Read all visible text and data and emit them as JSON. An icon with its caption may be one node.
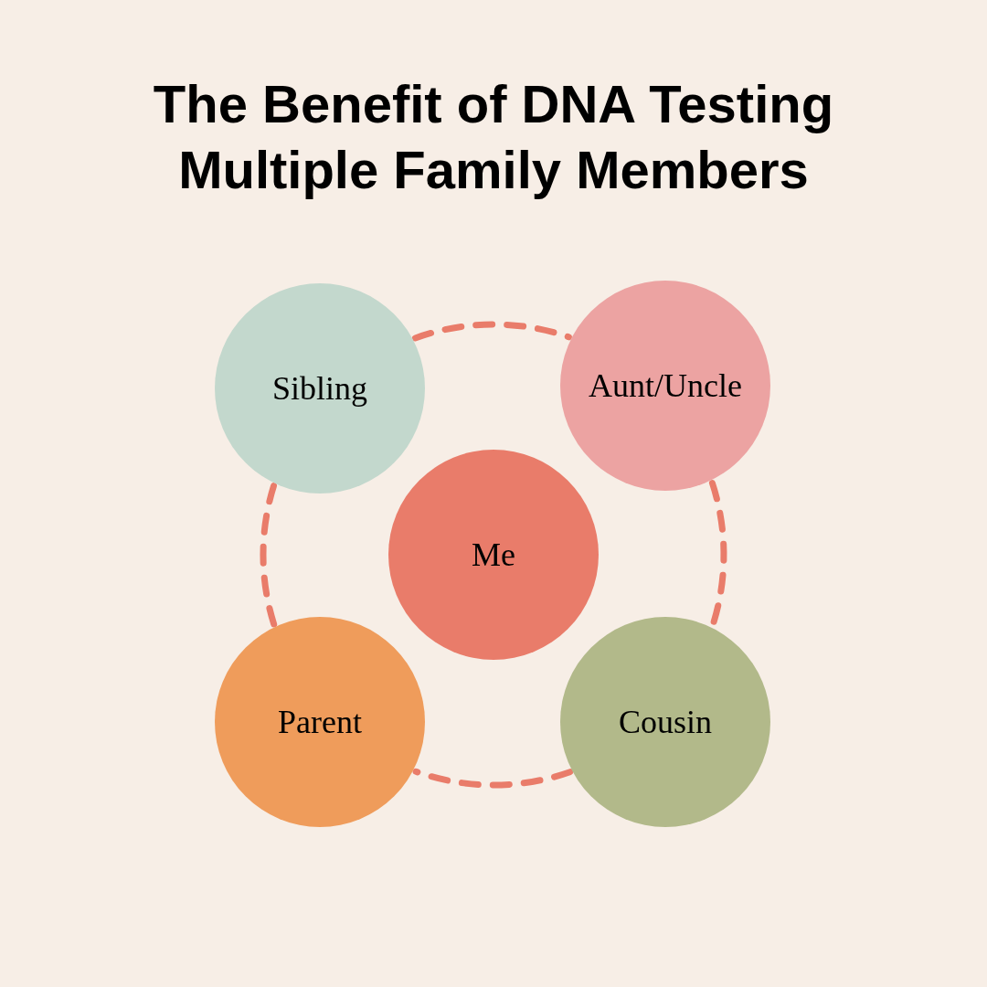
{
  "diagram": {
    "title": "The Benefit of DNA Testing Multiple Family Members",
    "nodes": [
      {
        "text": [
          "Sibling"
        ]
      },
      {
        "text": [
          "Aunt/Uncle"
        ]
      },
      {
        "text": [
          "Me"
        ]
      },
      {
        "text": [
          "Parent"
        ]
      },
      {
        "text": [
          "Cousin"
        ]
      }
    ],
    "edges": [
      {
        "from": 0,
        "to": 1,
        "arrow": "none",
        "style": "dashed"
      },
      {
        "from": 1,
        "to": 4,
        "arrow": "none",
        "style": "dashed"
      },
      {
        "from": 4,
        "to": 3,
        "arrow": "none",
        "style": "dashed"
      },
      {
        "from": 3,
        "to": 0,
        "arrow": "none",
        "style": "dashed"
      }
    ]
  }
}
